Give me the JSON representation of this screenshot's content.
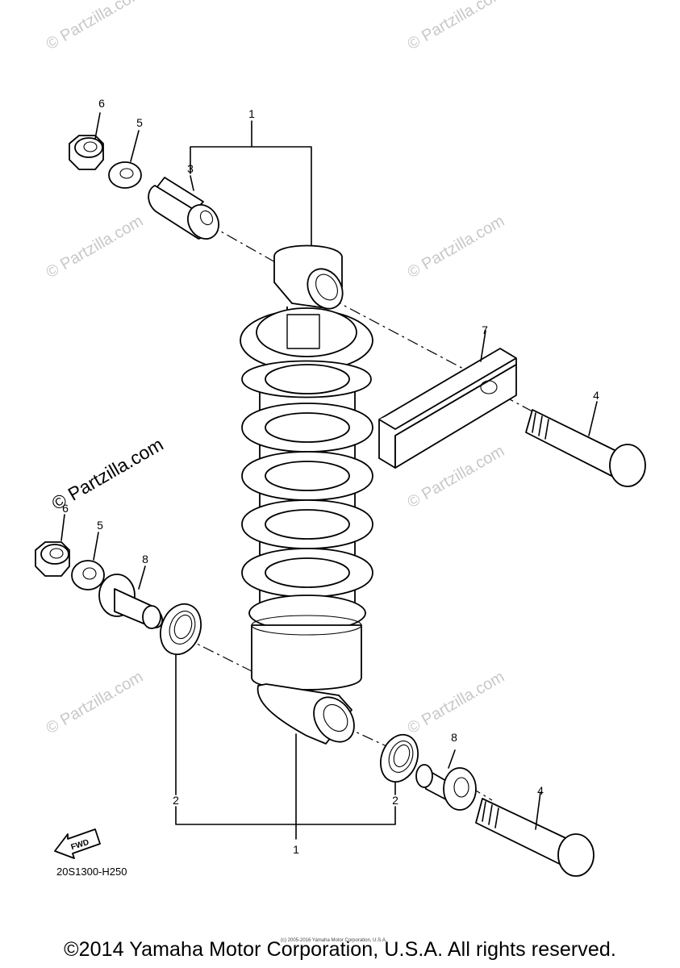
{
  "watermark": {
    "small": "© Partzilla.com",
    "large": "© Partzilla.com"
  },
  "fwd_label": "FWD",
  "drawing_code": "20S1300-H250",
  "tiny_copyright": "(c) 2005-2016 Yamaha Motor Corporation, U.S.A.",
  "footer": "©2014 Yamaha Motor Corporation, U.S.A. All rights reserved.",
  "callouts": [
    {
      "id": "c1-top",
      "label": "1"
    },
    {
      "id": "c3",
      "label": "3"
    },
    {
      "id": "c6-top",
      "label": "6"
    },
    {
      "id": "c5-top",
      "label": "5"
    },
    {
      "id": "c7",
      "label": "7"
    },
    {
      "id": "c4-top",
      "label": "4"
    },
    {
      "id": "c6-mid",
      "label": "6"
    },
    {
      "id": "c5-mid",
      "label": "5"
    },
    {
      "id": "c8-left",
      "label": "8"
    },
    {
      "id": "c8-right",
      "label": "8"
    },
    {
      "id": "c4-bottom",
      "label": "4"
    },
    {
      "id": "c2-left",
      "label": "2"
    },
    {
      "id": "c2-right",
      "label": "2"
    },
    {
      "id": "c1-bottom",
      "label": "1"
    }
  ]
}
